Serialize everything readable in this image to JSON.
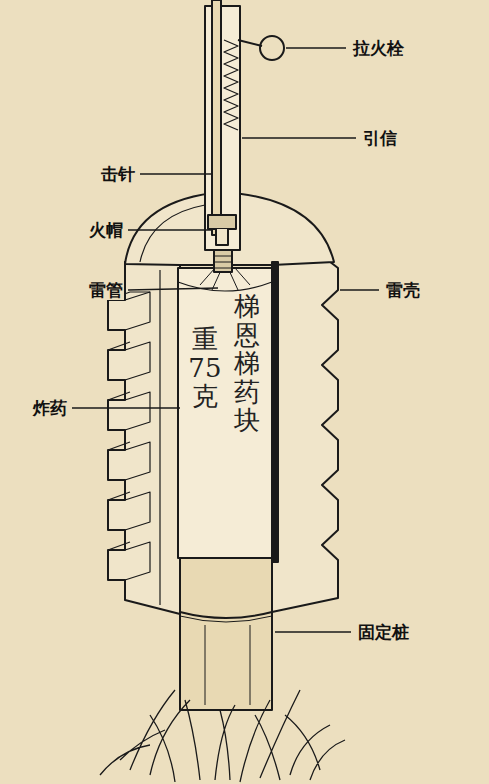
{
  "diagram": {
    "labels": [
      "拉火栓",
      "引信",
      "击针",
      "火帽",
      "雷管",
      "雷壳",
      "炸药",
      "固定桩",
      "梯恩梯药块",
      "重75克"
    ]
  }
}
